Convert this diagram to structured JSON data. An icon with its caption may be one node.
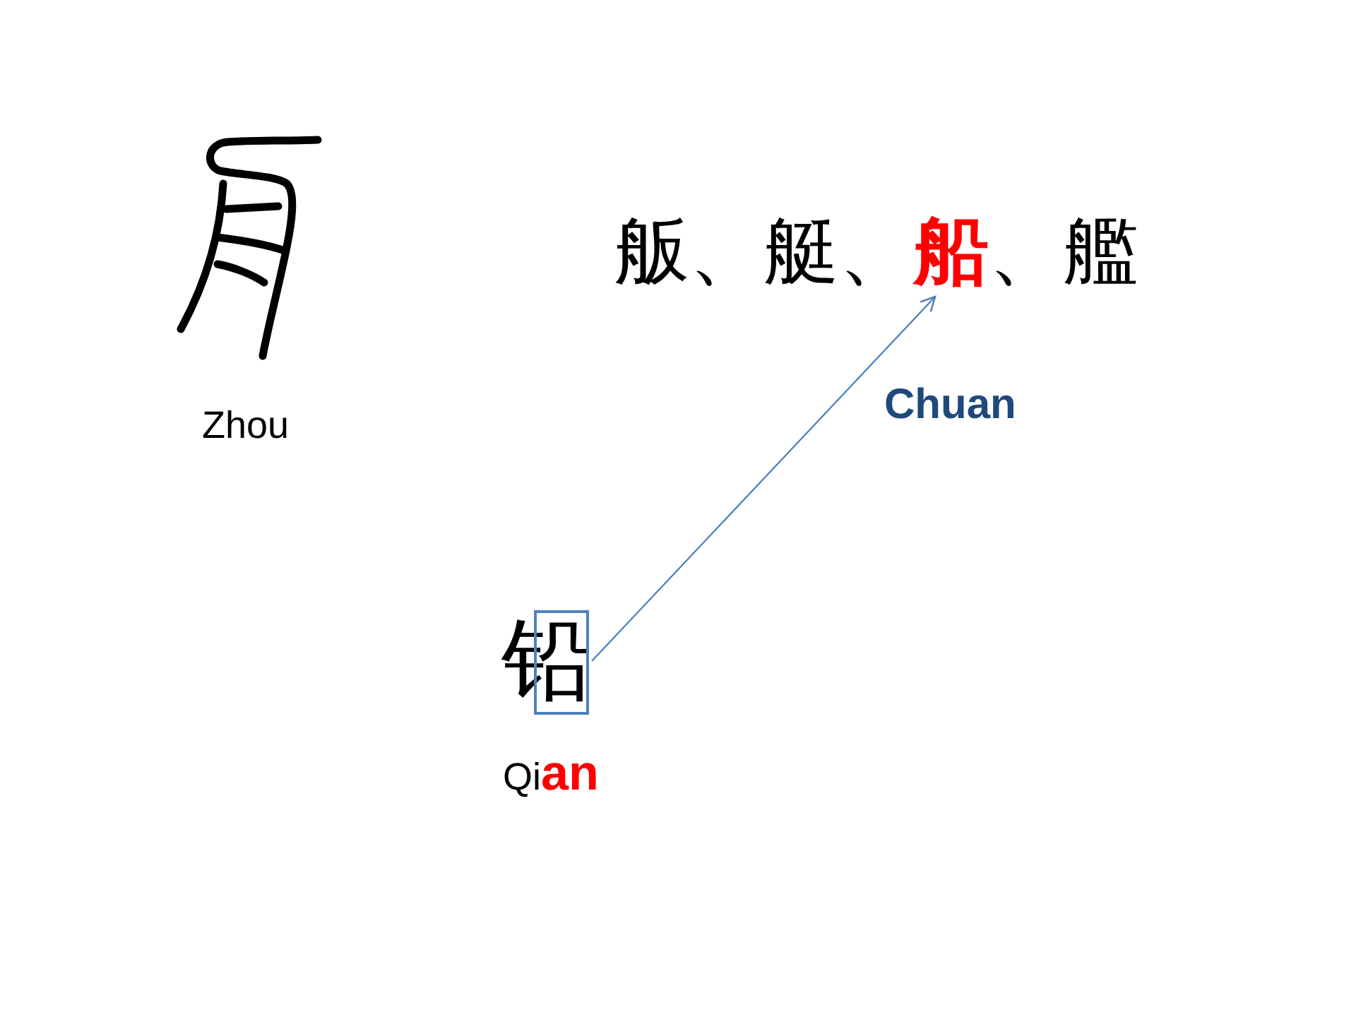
{
  "diagram": {
    "nodes": [
      {
        "text": [
          "舨、艇、**船**、艦"
        ]
      },
      {
        "text": [
          "铅"
        ],
        "beside": [
          "Qi**an**"
        ]
      }
    ],
    "edges": [
      {
        "from": 1,
        "to": 0,
        "arrow": "to"
      }
    ],
    "labels": [
      "Zhou",
      "Chuan"
    ]
  }
}
